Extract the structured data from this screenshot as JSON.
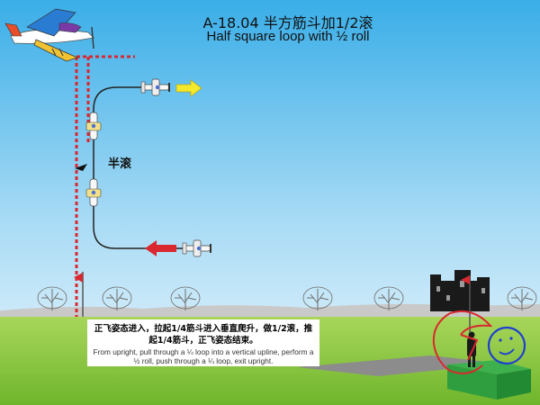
{
  "title": {
    "code_cn": "A-18.04 半方筋斗加1/2滚",
    "en": "Half square loop with ½ roll"
  },
  "labels": {
    "half_roll": "半滚"
  },
  "description": {
    "cn": "正飞姿态进入，拉起1/4筋斗进入垂直爬升，做1/2滚，推起1/4筋斗，正飞姿态结束。",
    "en": "From upright, pull through a ¼ loop into a vertical upline, perform a ½ roll, push through a ¼ loop, exit upright."
  },
  "colors": {
    "sky_top": "#3aaee8",
    "sky_bottom": "#eaf6fd",
    "grass": "#8cc63e",
    "box_line": "#d9282f",
    "flight_path": "#222222",
    "entry_arrow": "#d9282f",
    "exit_arrow": "#f3e82a",
    "judge_box": "#2e9e3e"
  },
  "icons": {
    "plane": "aircraft-icon",
    "flag": "flag-icon",
    "judge": "judge-figure-icon",
    "smiley": "smiley-icon"
  }
}
